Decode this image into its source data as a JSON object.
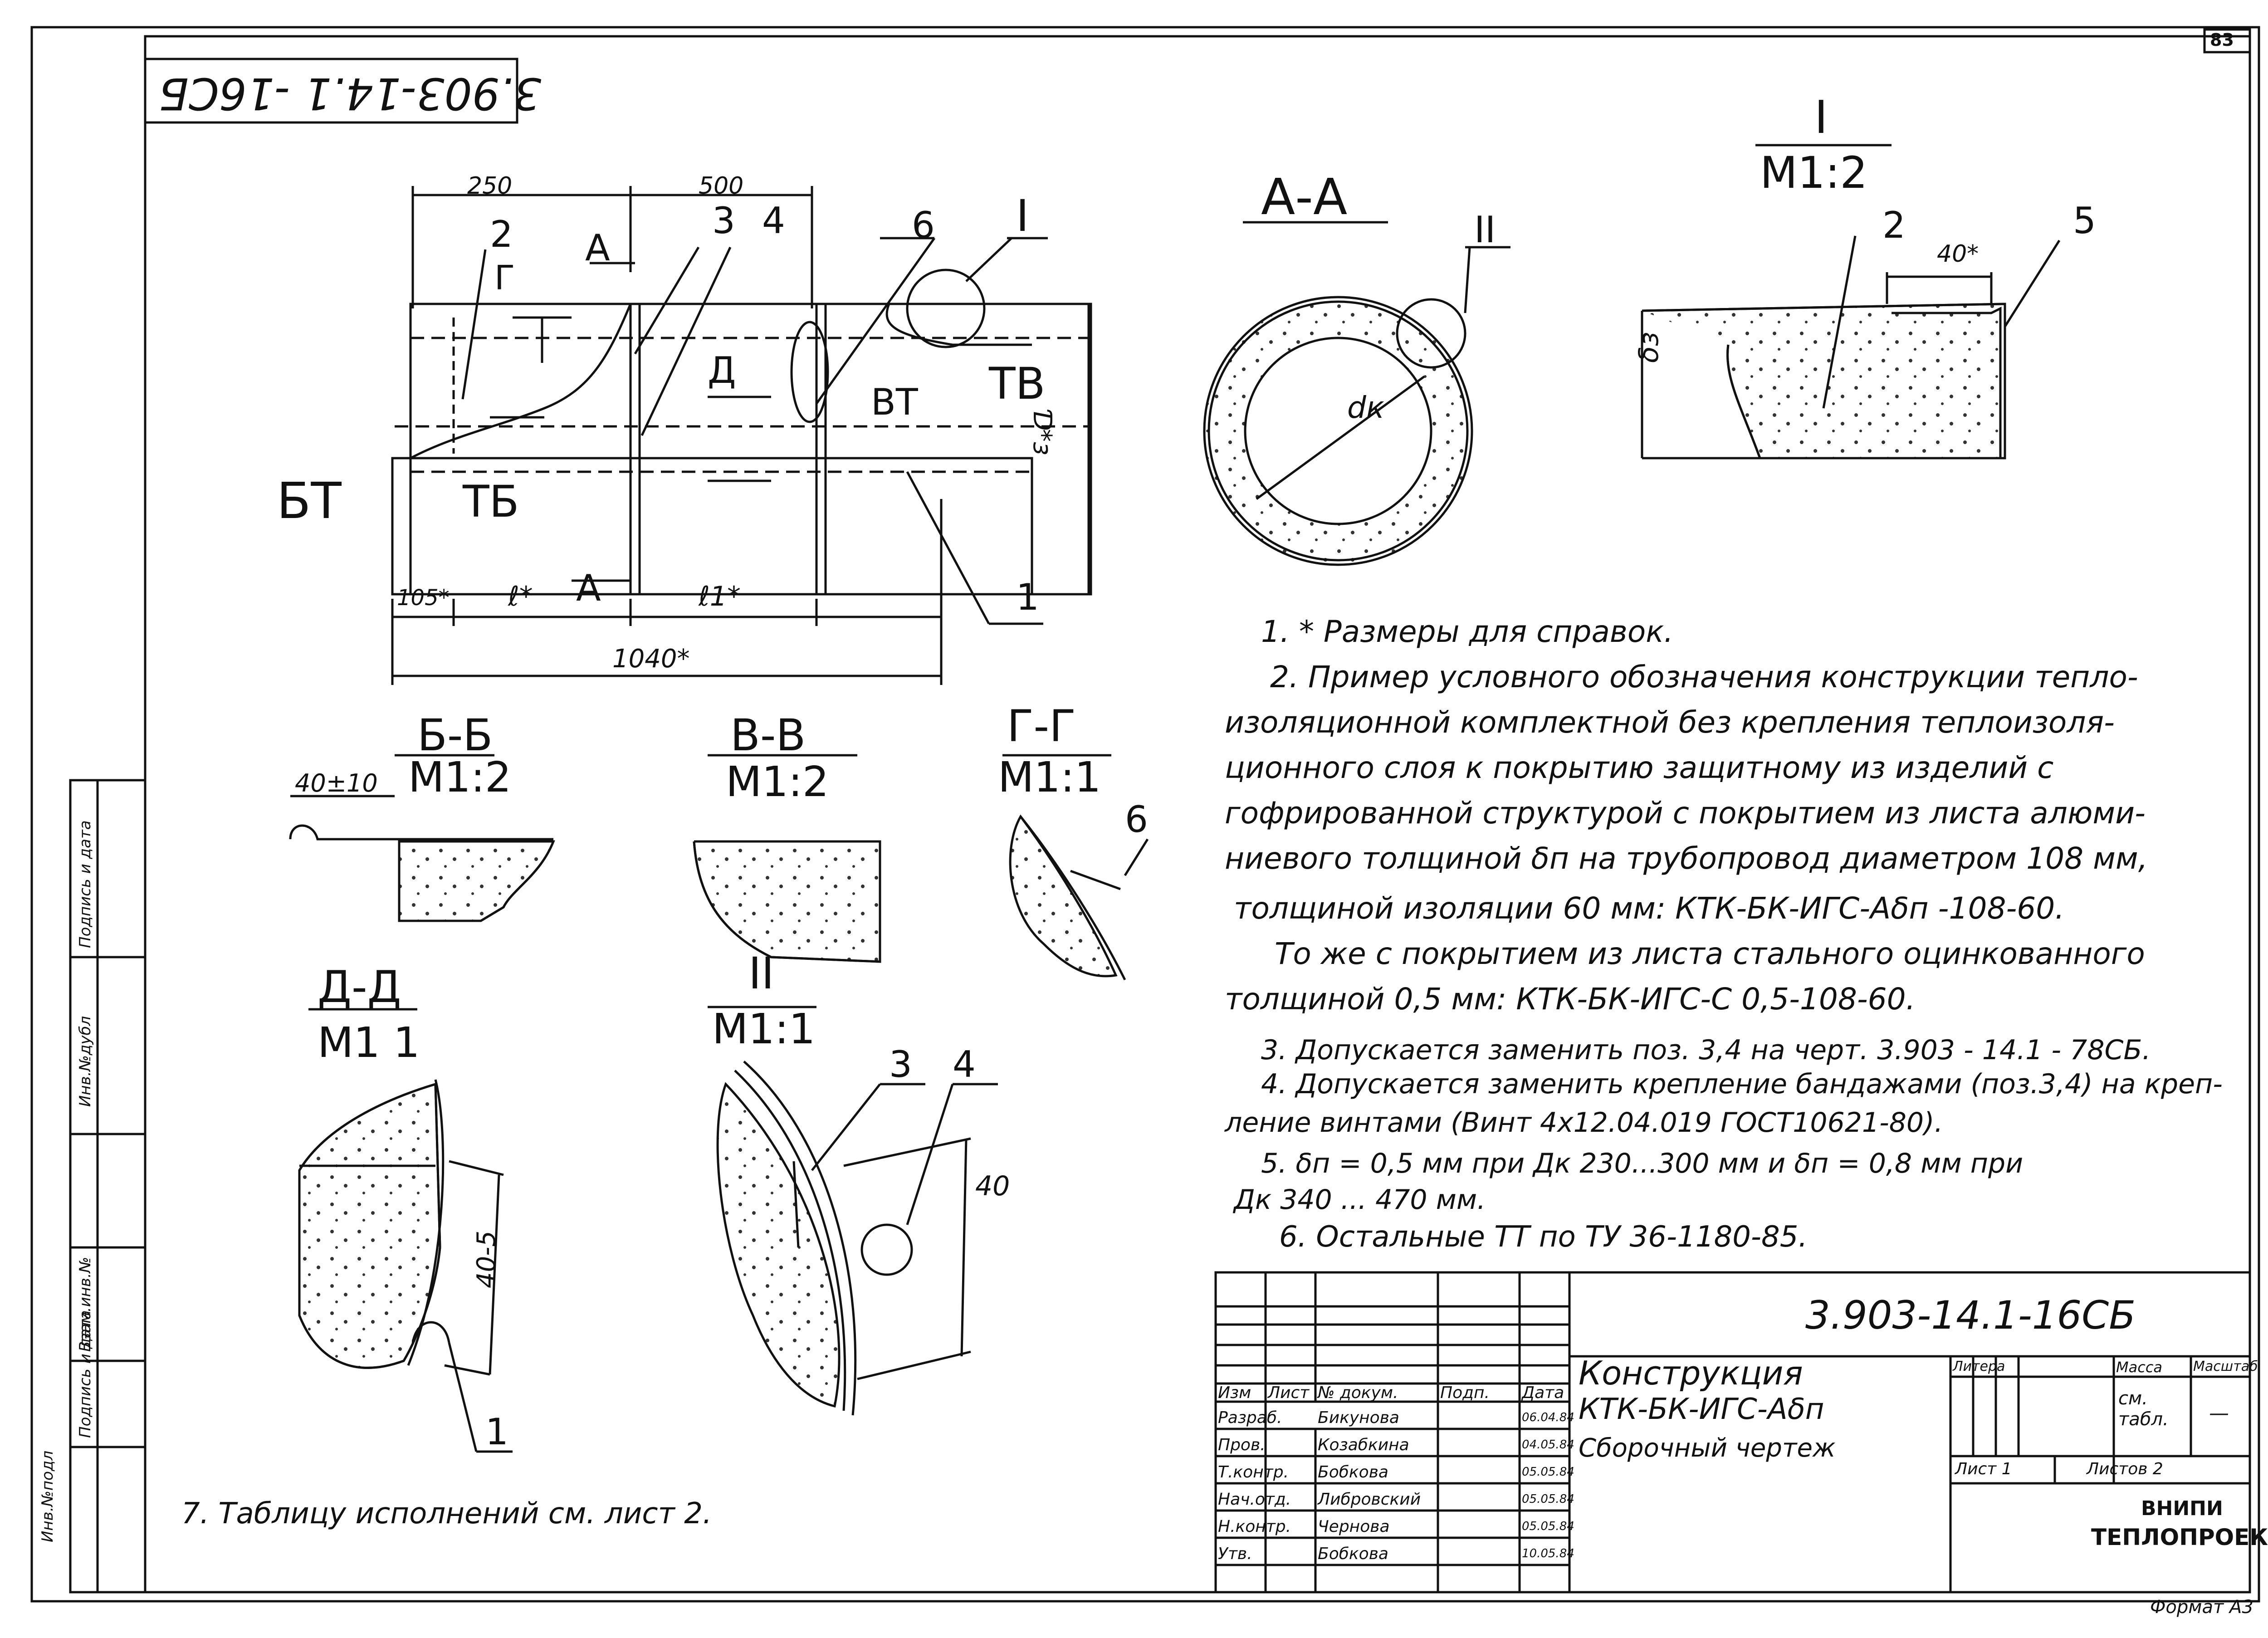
{
  "sheet": {
    "number": "83",
    "format": "Формат  А3",
    "stamp_code": "3.903-14.1 -16СБ"
  },
  "side_stamp": [
    "Инв.№подл",
    "Подпись и дата",
    "Взам.инв.№",
    "Инв.№дубл",
    "Подпись и дата"
  ],
  "main_view": {
    "labels": [
      "2",
      "А",
      "3",
      "4",
      "6",
      "I",
      "Г",
      "Д",
      "ВТ",
      "ТВ",
      "БТ",
      "ТБ",
      "1",
      "А"
    ],
    "dims": {
      "d250": "250",
      "d500": "500",
      "d105": "105*",
      "l": "ℓ*",
      "l1": "ℓ1*",
      "d1040": "1040*",
      "D": "Ɗ*з"
    }
  },
  "section_aa": {
    "title": "А-А",
    "callout": "II",
    "dk": "dк"
  },
  "detail_i": {
    "title": "I",
    "scale": "М1:2",
    "pos2": "2",
    "pos5": "5",
    "dim40": "40*",
    "d3": "δз"
  },
  "section_bb": {
    "title": "Б-Б",
    "scale": "М1:2",
    "dim": "40±10"
  },
  "section_vv": {
    "title": "В-В",
    "scale": "М1:2"
  },
  "section_gg": {
    "title": "Г-Г",
    "scale": "М1:1",
    "pos6": "6"
  },
  "section_dd": {
    "title": "Д-Д",
    "scale": "М1 1",
    "dim": "40-5",
    "pos1": "1"
  },
  "detail_ii": {
    "title": "II",
    "scale": "М1:1",
    "pos3": "3",
    "pos4": "4",
    "dim": "40"
  },
  "notes": [
    "1. * Размеры для справок.",
    "2. Пример условного обозначения конструкции тепло-",
    "изоляционной  комплектной  без крепления теплоизоля-",
    "ционного  слоя  к покрытию  защитному из изделий  с",
    "гофрированной  структурой  с покрытием из листа алюми-",
    "ниевого толщиной δп на трубопровод диаметром 108 мм,",
    "толщиной  изоляции 60 мм: КТК-БК-ИГС-Аδп -108-60.",
    "То же  с  покрытием  из листа стального оцинкованного",
    "толщиной 0,5 мм:  КТК-БК-ИГС-С 0,5-108-60.",
    "3. Допускается  заменить поз. 3,4 на черт. 3.903 - 14.1 - 78СБ.",
    "4. Допускается заменить крепление бандажами (поз.3,4) на креп-",
    "ление  винтами (Винт 4х12.04.019 ГОСТ10621-80).",
    "5. δп = 0,5 мм  при Дк 230...300 мм  и δп = 0,8 мм  при",
    "Дк 340 ... 470 мм.",
    "6. Остальные  ТТ по ТУ 36-1180-85."
  ],
  "note7": "7. Таблицу  исполнений  см. лист 2.",
  "title_block": {
    "doc_code": "3.903-14.1-16СБ",
    "title_lines": [
      "Конструкция",
      "КТК-БК-ИГС-Аδп",
      "Сборочный чертеж"
    ],
    "head": [
      "Изм",
      "Лист",
      "№ докум.",
      "Подп.",
      "Дата"
    ],
    "rows": [
      [
        "Разраб.",
        "Бикунова",
        "",
        "06.04.84"
      ],
      [
        "Пров.",
        "Козабкина",
        "",
        "04.05.84"
      ],
      [
        "Т.контр.",
        "Бобкова",
        "",
        "05.05.84"
      ],
      [
        "Нач.отд.",
        "Либровский",
        "",
        "05.05.84"
      ],
      [
        "Н.контр.",
        "Чернова",
        "",
        "05.05.84"
      ],
      [
        "Утв.",
        "Бобкова",
        "",
        "10.05.84"
      ]
    ],
    "col_heads": [
      "Литера",
      "Масса",
      "Масштаб"
    ],
    "mass": "см. табл.",
    "scale": "—",
    "sheet_label": "Лист 1",
    "sheets_label": "Листов 2",
    "org1": "ВНИПИ",
    "org2": "ТЕПЛОПРОЕКТ"
  }
}
